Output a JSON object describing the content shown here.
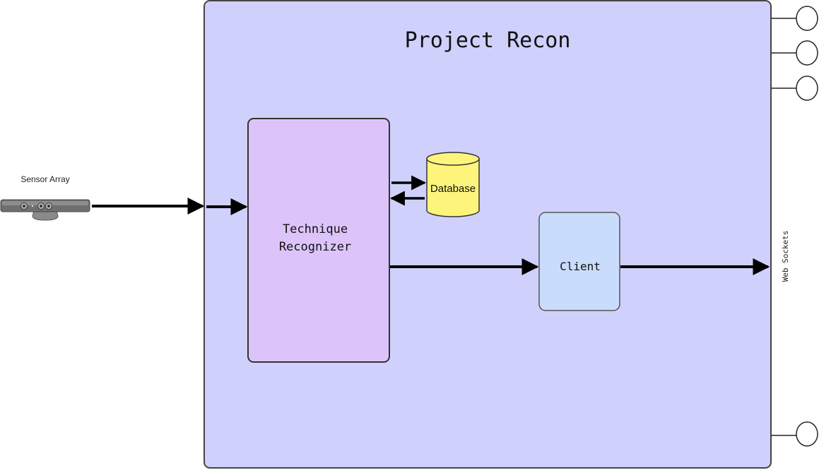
{
  "diagram": {
    "title": "Project Recon",
    "sensor_label": "Sensor Array",
    "recognizer_line1": "Technique",
    "recognizer_line2": "Recognizer",
    "database_label": "Database",
    "client_label": "Client",
    "port_label": "Web Sockets"
  },
  "colors": {
    "container_fill": "#d0d0fd",
    "recognizer_fill": "#dcc4fb",
    "client_fill": "#cadcfc",
    "database_fill": "#fdf57b",
    "stroke": "#333333"
  },
  "icons": [
    "sensor-device-icon",
    "database-cylinder-icon",
    "port-circle-icon"
  ]
}
